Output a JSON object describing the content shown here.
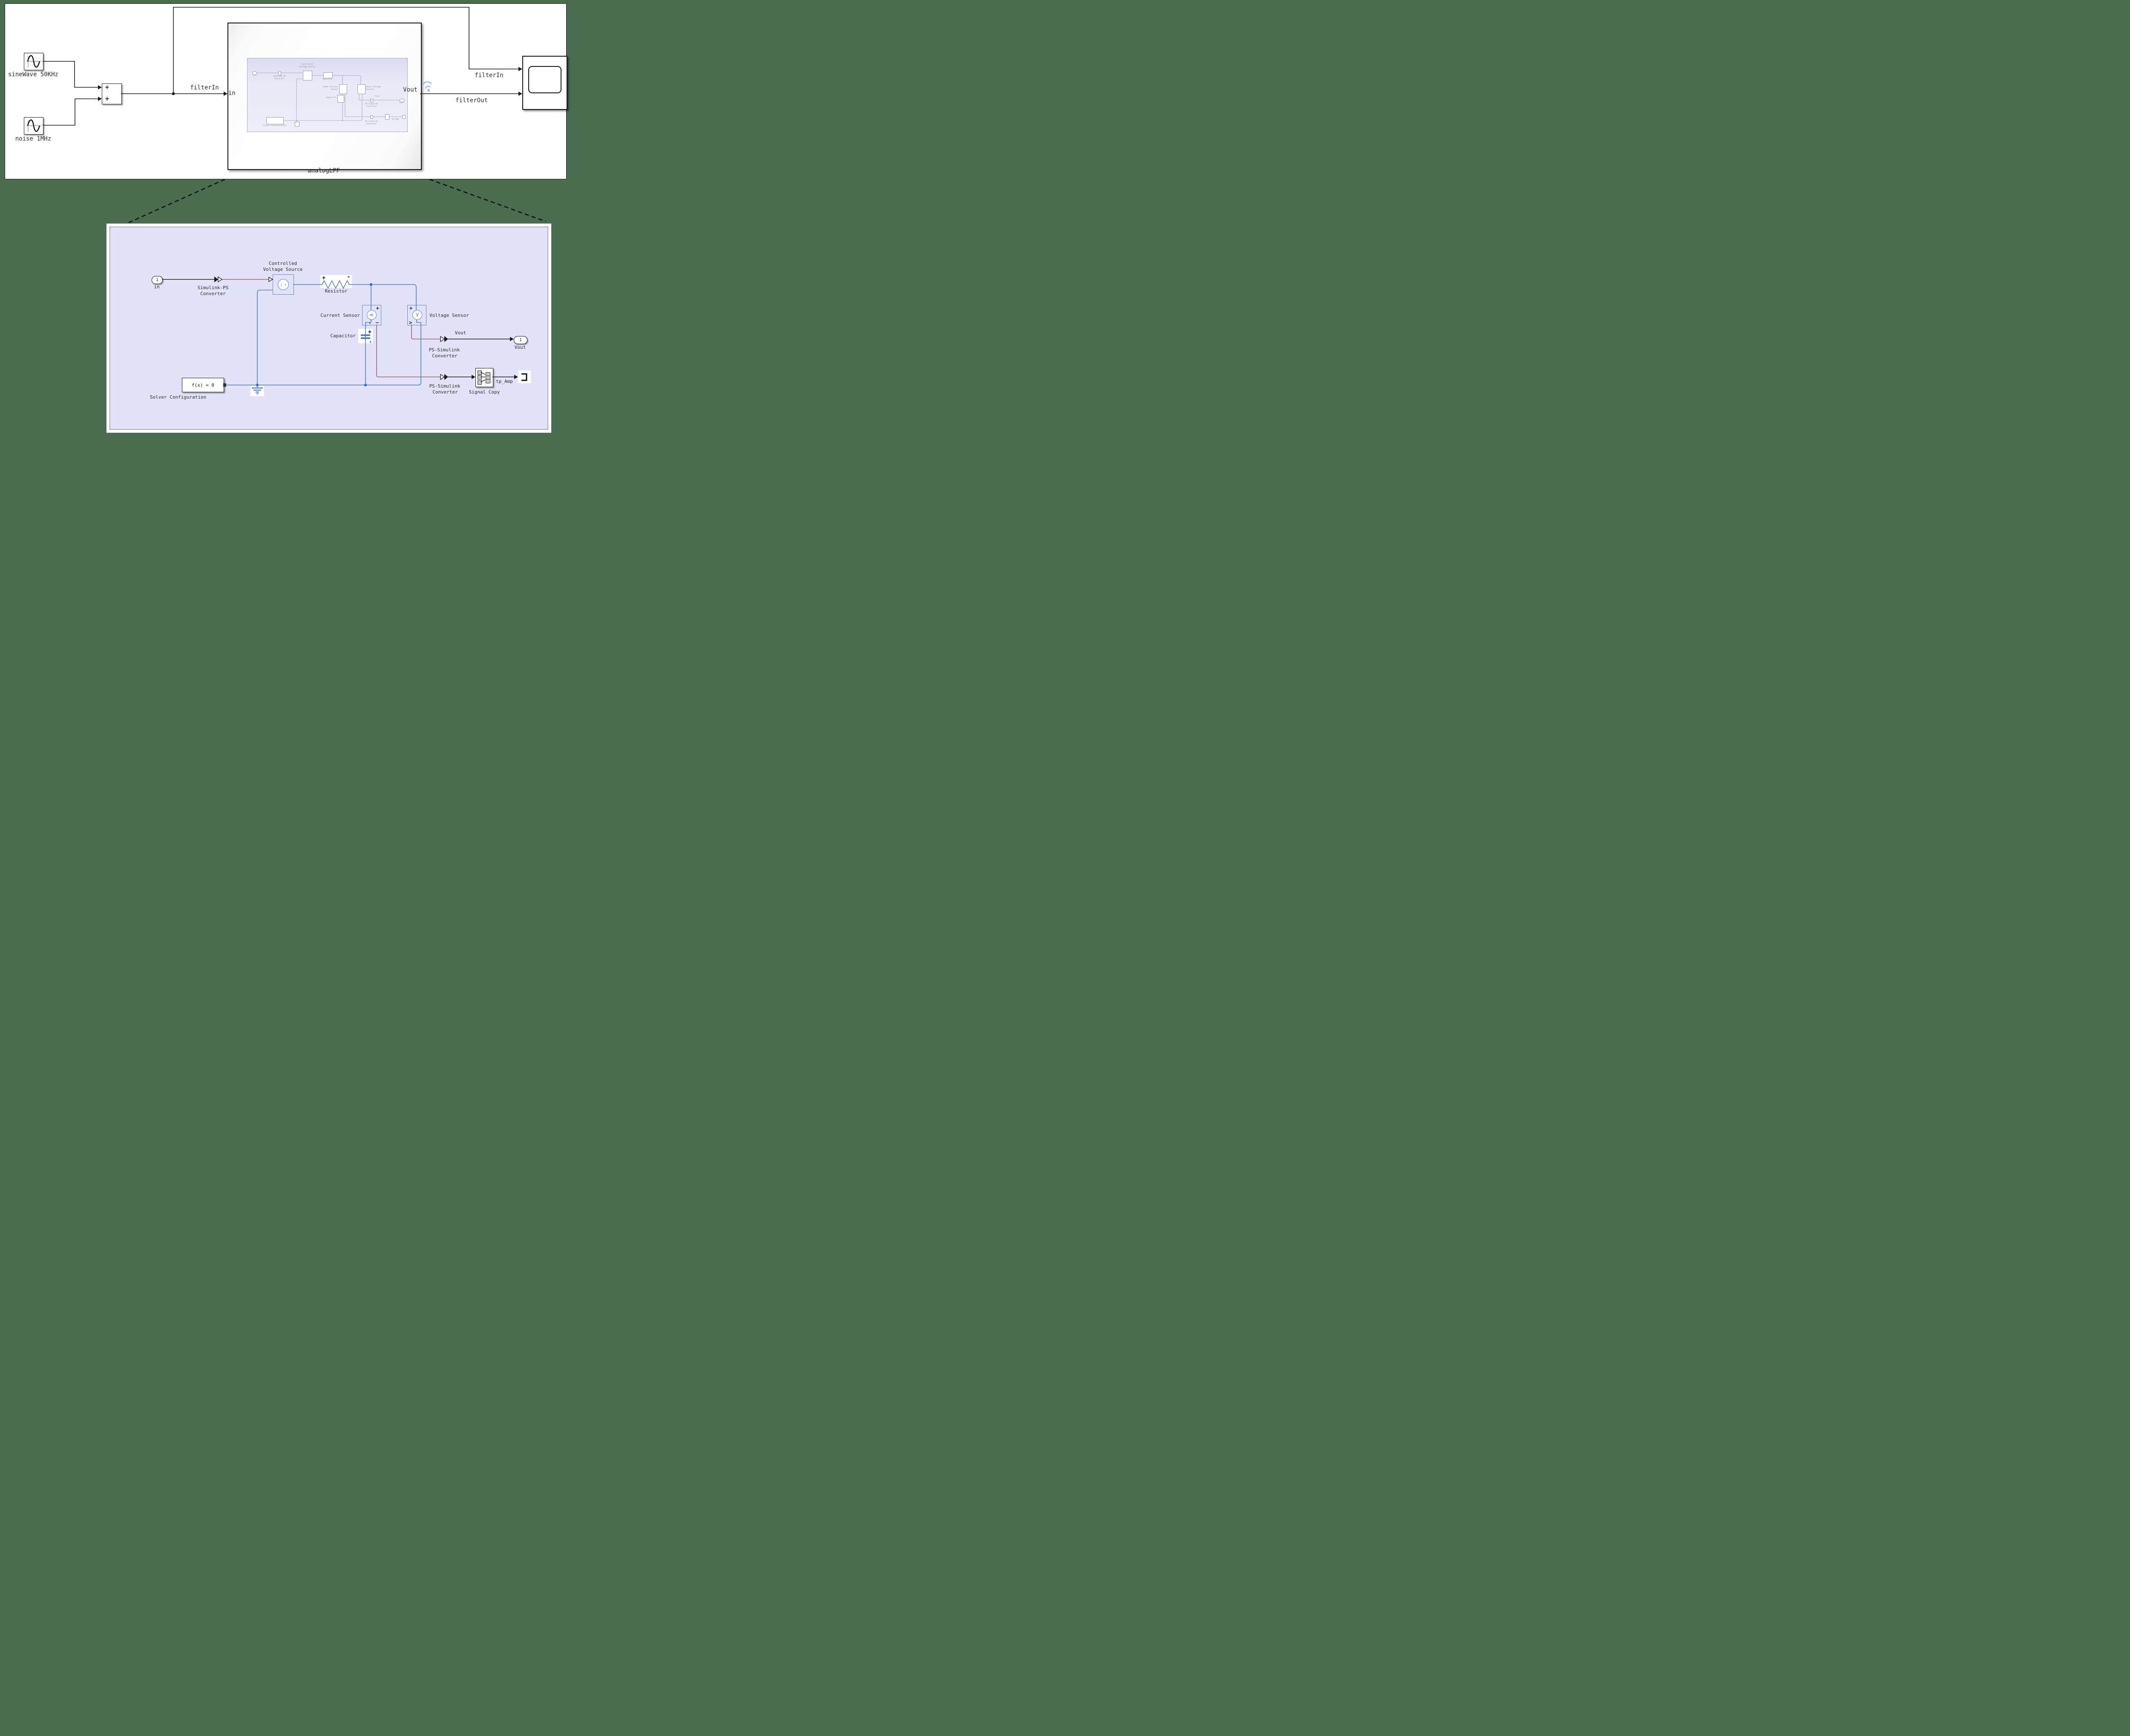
{
  "app": "Simulink model diagram",
  "colors": {
    "background_green": "#4a6d4f",
    "canvas_white": "#ffffff",
    "subsystem_canvas_lavender": "#e2e2f8",
    "electrical_wire_blue": "#4d7fd1",
    "physical_wire_maroon": "#9c6164",
    "signal_wire_black": "#1a1a1a",
    "block_border_blue": "#5b87d5",
    "wifi_badge_blue": "#a8c2e6"
  },
  "top_diagram": {
    "source1_label": "sineWave 50KHz",
    "source2_label": "noise 1MHz",
    "sum_plus_top": "+",
    "sum_plus_bottom": "+",
    "wire_label_filter_in": "filterIn",
    "subsystem_in_port": "in",
    "subsystem_out_port": "Vout",
    "subsystem_name": "analogLPF",
    "scope_wire_label_top": "filterIn",
    "scope_wire_label_bottom": "filterOut"
  },
  "subsystem_detail": {
    "in_port_number": "1",
    "in_port_label": "in",
    "simulink_ps_label1": "Simulink-PS",
    "simulink_ps_label2": "Converter",
    "cvs_label1": "Controlled",
    "cvs_label2": "Voltage Source",
    "cvs_glyph": "| +",
    "resistor_label": "Resistor",
    "resistor_plus": "+",
    "resistor_minus": "-",
    "current_sensor_label": "Current Sensor",
    "current_sensor_glyph": "A",
    "current_sensor_plus": "+",
    "current_sensor_tick": "ı",
    "current_sensor_minus": "−",
    "voltage_sensor_label": "Voltage Sensor",
    "voltage_sensor_glyph": "V",
    "voltage_sensor_plus": "+",
    "voltage_sensor_chevron": ">",
    "capacitor_label": "Capacitor",
    "capacitor_plus": "+",
    "capacitor_tick": "ı",
    "solver_text": "f(x) = 0",
    "solver_label": "Solver Configuration",
    "vout_wire_label": "Vout",
    "ps_simulink1_label1": "PS-Simulink",
    "ps_simulink1_label2": "Converter",
    "out_port_number": "1",
    "out_port_label": "Vout",
    "tp_amp_label": "tp_Amp",
    "signal_copy_label": "Signal Copy",
    "ps_simulink2_label1": "PS-Simulink",
    "ps_simulink2_label2": "Converter"
  },
  "preview": {
    "labels": [
      "in",
      "Simulink-PS",
      "Converter",
      "Controlled",
      "Voltage Source",
      "Resistor",
      "Ideal Current",
      "Sensor",
      "Ideal Voltage",
      "Sensor1",
      "Capacitor",
      "Vout",
      "PS-Simulink",
      "Converter",
      "Vout",
      "tp_Amp",
      "PS-Simulink",
      "Converter",
      "Solver Configuration"
    ]
  }
}
